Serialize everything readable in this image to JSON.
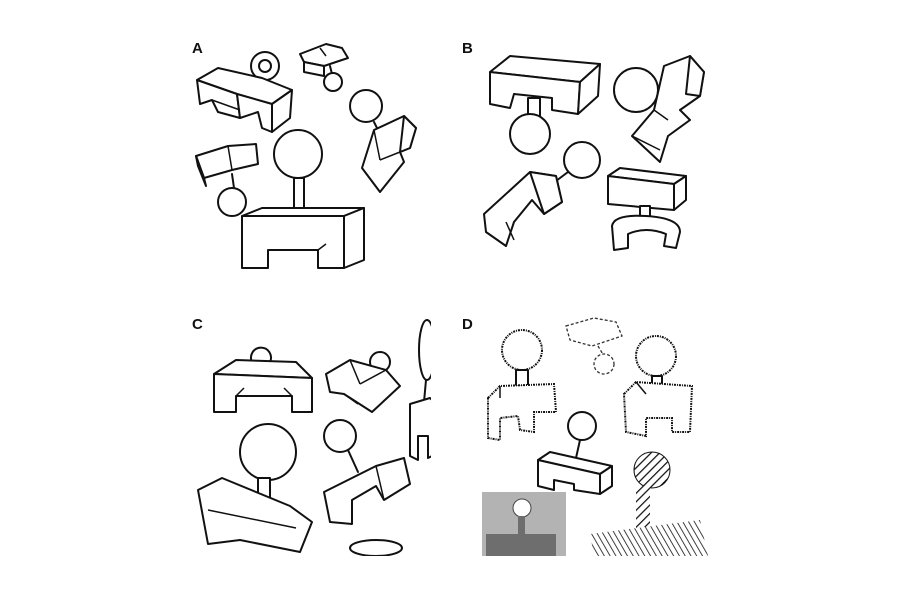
{
  "figure": {
    "panels": [
      {
        "label": "A",
        "style": "clean line drawing"
      },
      {
        "label": "B",
        "style": "clean line drawing"
      },
      {
        "label": "C",
        "style": "clean line drawing"
      },
      {
        "label": "D",
        "style": "degraded / textured renderings"
      }
    ],
    "colors": {
      "ink": "#111111",
      "background": "#ffffff",
      "gray_tile": "#b3b3b3"
    }
  }
}
